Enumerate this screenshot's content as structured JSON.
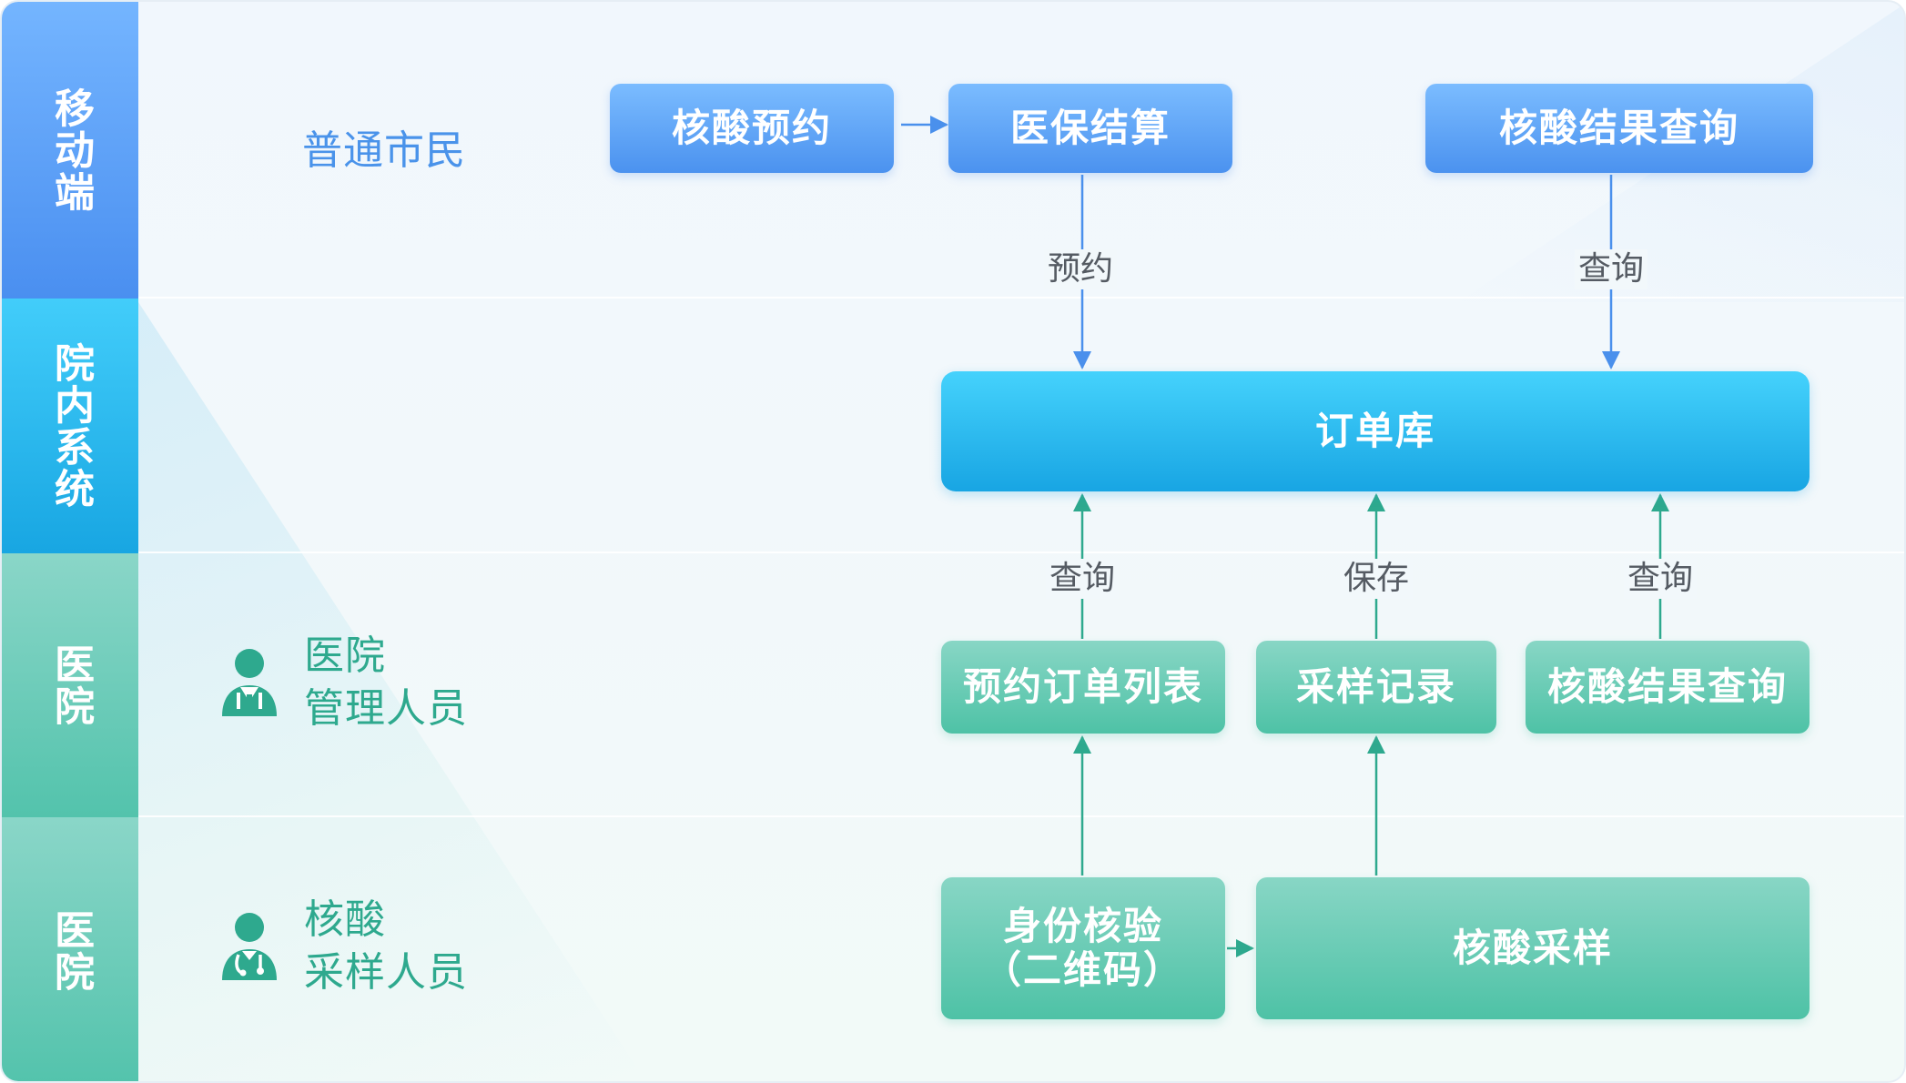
{
  "lanes": {
    "mobile": "移动端",
    "internal": "院内系统",
    "hospital_admin": "医院",
    "hospital_sampling": "医院"
  },
  "roles": {
    "citizen": "普通市民",
    "admin_line1": "医院",
    "admin_line2": "管理人员",
    "sampler_line1": "核酸",
    "sampler_line2": "采样人员"
  },
  "boxes": {
    "nat_booking": "核酸预约",
    "insurance_settlement": "医保结算",
    "result_query_mobile": "核酸结果查询",
    "order_db": "订单库",
    "order_list": "预约订单列表",
    "sample_record": "采样记录",
    "result_query_hospital": "核酸结果查询",
    "id_verify_line1": "身份核验",
    "id_verify_line2": "（二维码）",
    "nat_sampling": "核酸采样"
  },
  "edges": {
    "booking": "预约",
    "query_mobile": "查询",
    "query_order": "查询",
    "save": "保存",
    "query_result": "查询"
  },
  "colors": {
    "blue": "#4a90ec",
    "cyan": "#18a6e2",
    "teal": "#2ea98e"
  },
  "icons": {
    "admin": "doctor-person-icon",
    "sampler": "medical-staff-icon"
  }
}
